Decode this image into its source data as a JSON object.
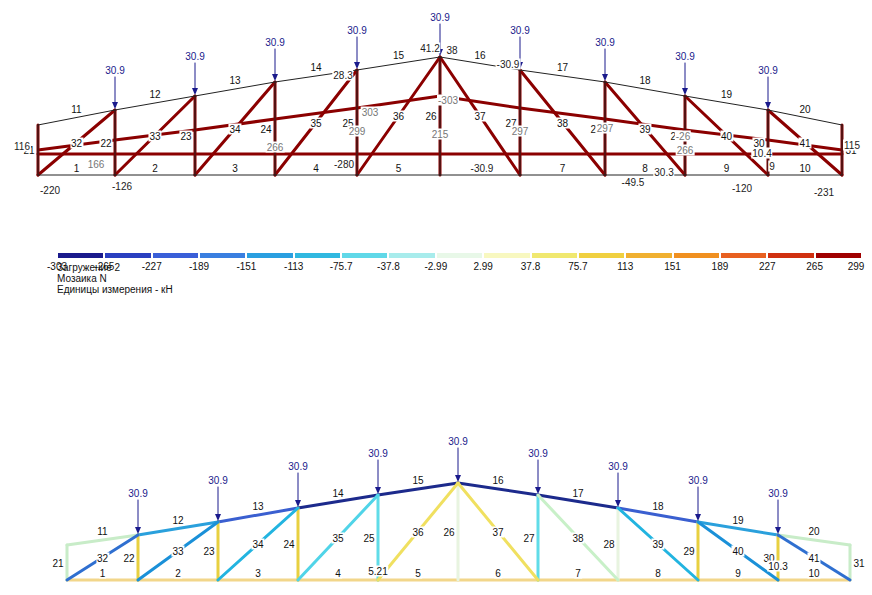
{
  "diagram": {
    "labels": [
      "Загружение 2",
      "Мозаика N",
      "Единицы измерения - кН",
      "299",
      "1",
      "2",
      "3",
      "4",
      "5",
      "6",
      "7",
      "8",
      "9",
      "10",
      "11",
      "12",
      "13",
      "14",
      "15",
      "16",
      "17",
      "18",
      "19",
      "20",
      "21",
      "22",
      "23",
      "24",
      "25",
      "26",
      "27",
      "28",
      "29",
      "30",
      "31",
      "32",
      "33",
      "34",
      "35",
      "36",
      "37",
      "38",
      "39",
      "40",
      "41",
      "30.9",
      "30.9",
      "30.9",
      "30.9",
      "30.9",
      "30.9",
      "30.9",
      "30.9",
      "30.9",
      "41.2",
      "38",
      "28.3",
      "-30.9",
      "-126",
      "-220",
      "-120",
      "-231",
      "-49.5",
      "-30.9",
      "30.3",
      "-280",
      "299",
      "215",
      "297",
      "297",
      "266",
      "266",
      "303",
      "-303",
      "166",
      "116",
      "115",
      "10.4",
      "9",
      "-26",
      "1",
      "2",
      "3",
      "4",
      "5",
      "6",
      "7",
      "8",
      "9",
      "10",
      "11",
      "12",
      "13",
      "14",
      "15",
      "16",
      "17",
      "18",
      "19",
      "20",
      "21",
      "22",
      "23",
      "24",
      "25",
      "26",
      "27",
      "28",
      "29",
      "30",
      "31",
      "32",
      "33",
      "34",
      "35",
      "36",
      "37",
      "38",
      "39",
      "40",
      "41",
      "30.9",
      "30.9",
      "30.9",
      "30.9",
      "30.9",
      "30.9",
      "30.9",
      "30.9",
      "30.9",
      "5.21",
      "10.3"
    ],
    "legend": [
      {
        "text": "-303",
        "color": "#1a1a8c"
      },
      {
        "text": "-265",
        "color": "#2a3fc0"
      },
      {
        "text": "-227",
        "color": "#3a5fd8"
      },
      {
        "text": "-189",
        "color": "#3a7fe0"
      },
      {
        "text": "-151",
        "color": "#2a9fe0"
      },
      {
        "text": "-113",
        "color": "#30b8e0"
      },
      {
        "text": "-75.7",
        "color": "#60d8e8"
      },
      {
        "text": "-37.8",
        "color": "#a8ecec"
      },
      {
        "text": "-2.99",
        "color": "#e8f8e8"
      },
      {
        "text": "2.99",
        "color": "#f8f8c0"
      },
      {
        "text": "37.8",
        "color": "#f0e870"
      },
      {
        "text": "75.7",
        "color": "#f0d040"
      },
      {
        "text": "113",
        "color": "#f0b030"
      },
      {
        "text": "151",
        "color": "#f09020"
      },
      {
        "text": "189",
        "color": "#e86020"
      },
      {
        "text": "227",
        "color": "#d03010"
      },
      {
        "text": "265",
        "color": "#a00000"
      }
    ]
  }
}
